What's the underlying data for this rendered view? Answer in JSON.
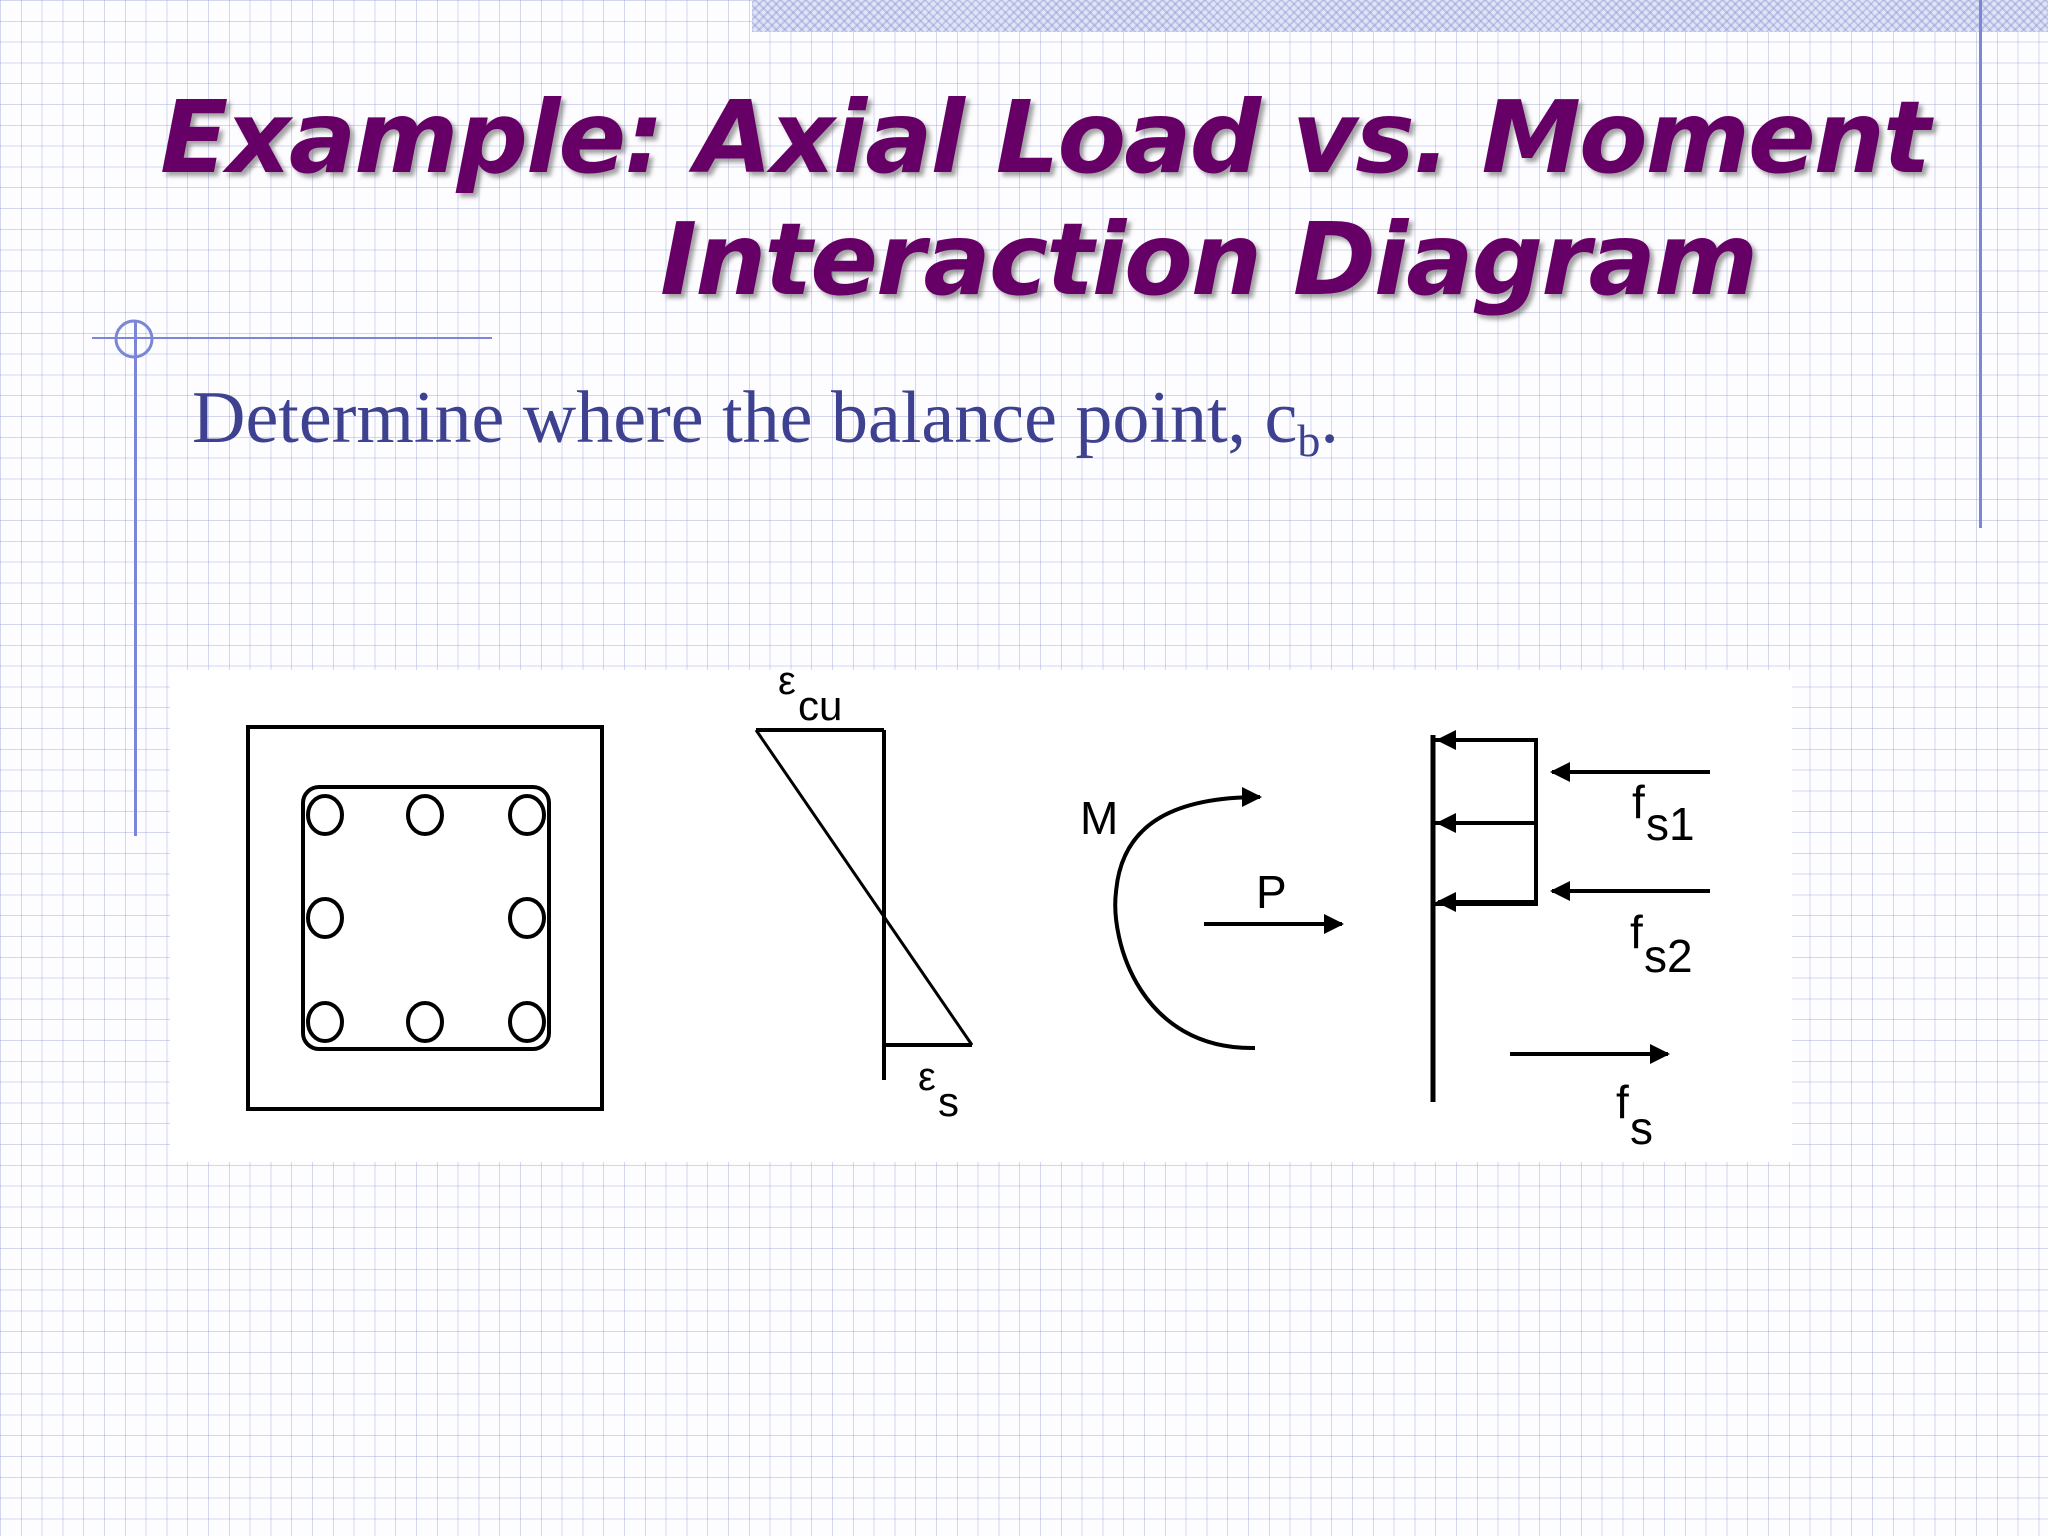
{
  "slide": {
    "title": {
      "line1": "Example: Axial Load vs. Moment",
      "line2": "Interaction Diagram"
    },
    "bullet": {
      "text": "Determine where the balance point, c",
      "subscript": "b",
      "suffix": "."
    }
  },
  "figure": {
    "strain_labels": {
      "top_symbol": "ε",
      "top_subscript": "cu",
      "bottom_symbol": "ε",
      "bottom_subscript": "s"
    },
    "load_labels": {
      "moment": "M",
      "axial": "P"
    },
    "force_labels": {
      "f1": "f",
      "f1_subscript": "s1",
      "f2": "f",
      "f2_subscript": "s2",
      "f3": "f",
      "f3_subscript": "s"
    }
  },
  "colors": {
    "title": "#660066",
    "body_text": "#3d418f",
    "rules": "#7b87d6",
    "grid": "#969fd7"
  }
}
